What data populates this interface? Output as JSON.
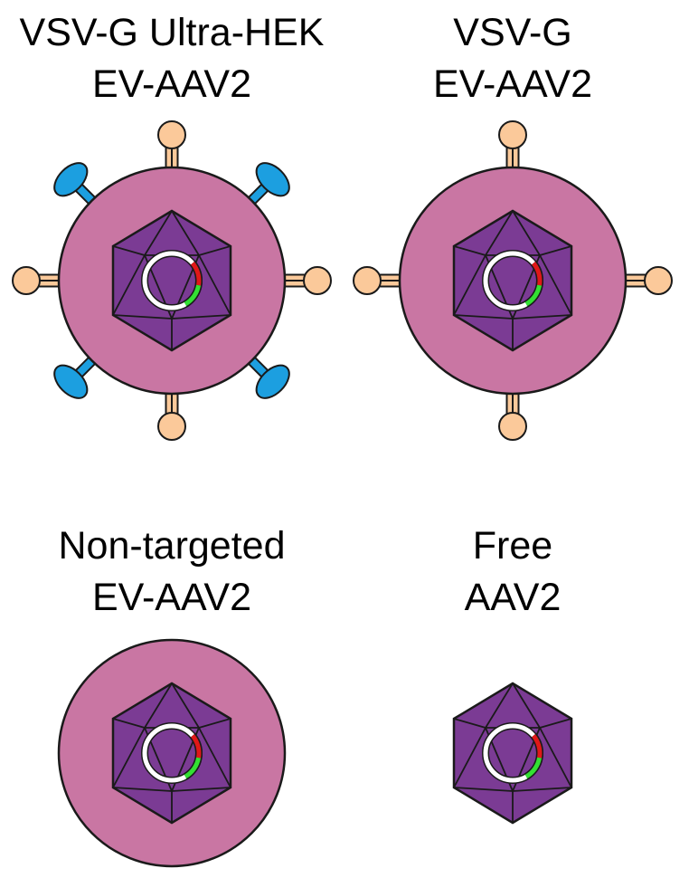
{
  "colors": {
    "envelope": "#c976a3",
    "capsid": "#7b3b94",
    "outline": "#1a1a1a",
    "ring": "#ffffff",
    "ring_red": "#e01818",
    "ring_green": "#33e033",
    "ligand": "#fbc99a",
    "vsvg": "#1c9fe0"
  },
  "panels": [
    {
      "title_line1": "VSV-G Ultra-HEK",
      "title_line2": "EV-AAV2"
    },
    {
      "title_line1": "VSV-G",
      "title_line2": "EV-AAV2"
    },
    {
      "title_line1": "Non-targeted",
      "title_line2": "EV-AAV2"
    },
    {
      "title_line1": "Free",
      "title_line2": "AAV2"
    }
  ]
}
